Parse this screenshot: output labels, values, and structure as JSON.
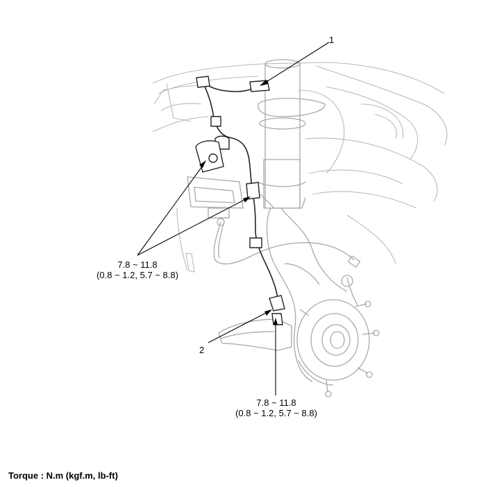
{
  "diagram": {
    "part_labels": {
      "part_1": "1",
      "part_2": "2"
    },
    "torque_callouts": [
      {
        "value": "7.8 ~ 11.8",
        "conversion": "(0.8 ~ 1.2, 5.7 ~ 8.8)"
      },
      {
        "value": "7.8 ~ 11.8",
        "conversion": "(0.8 ~ 1.2, 5.7 ~ 8.8)"
      }
    ],
    "footer_note": "Torque : N.m (kgf.m, lb-ft)"
  }
}
